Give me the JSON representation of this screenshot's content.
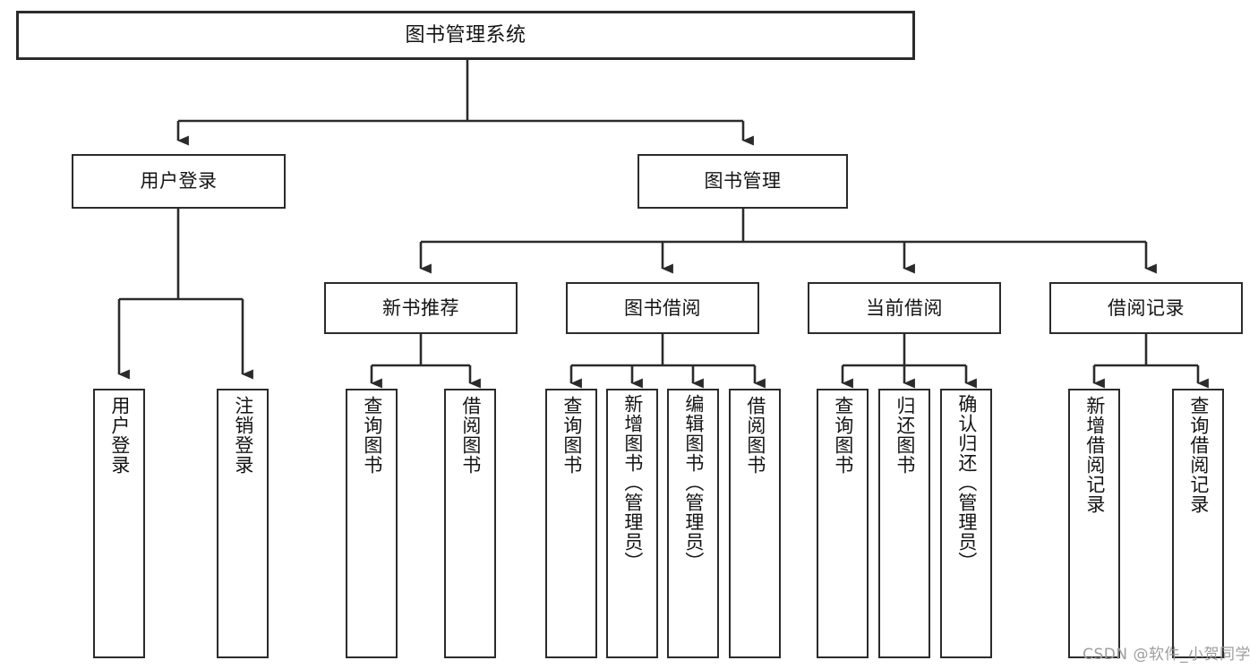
{
  "diagram": {
    "title": "图书管理系统",
    "root": {
      "label": "图书管理系统"
    },
    "tier1": [
      {
        "label": "用户登录"
      },
      {
        "label": "图书管理"
      }
    ],
    "tier2": [
      {
        "label": "新书推荐"
      },
      {
        "label": "图书借阅"
      },
      {
        "label": "当前借阅"
      },
      {
        "label": "借阅记录"
      }
    ],
    "leaves": {
      "user_login": [
        {
          "label": "用户登录"
        },
        {
          "label": "注销登录"
        }
      ],
      "new_book_recommend": [
        {
          "label": "查询图书"
        },
        {
          "label": "借阅图书"
        }
      ],
      "book_borrow": [
        {
          "label": "查询图书"
        },
        {
          "label": "新增图书（管理员）"
        },
        {
          "label": "编辑图书（管理员）"
        },
        {
          "label": "借阅图书"
        }
      ],
      "current_borrow": [
        {
          "label": "查询图书"
        },
        {
          "label": "归还图书"
        },
        {
          "label": "确认归还（管理员）"
        }
      ],
      "borrow_record": [
        {
          "label": "新增借阅记录"
        },
        {
          "label": "查询借阅记录"
        }
      ]
    },
    "watermark": "CSDN @软件_小贺同学",
    "colors": {
      "stroke": "#2b2b2b",
      "background": "#ffffff",
      "text": "#141414",
      "watermark": "#9d9d9d"
    }
  }
}
